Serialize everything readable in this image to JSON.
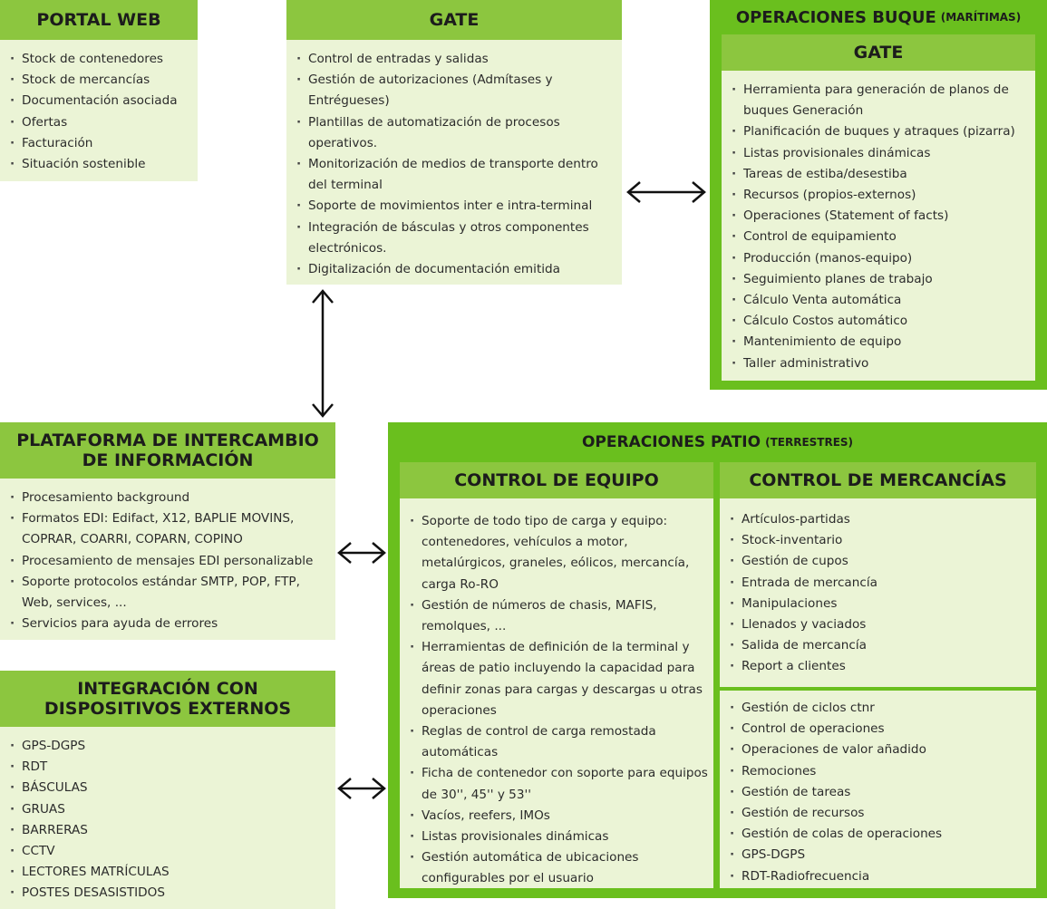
{
  "portal_web": {
    "title": "PORTAL WEB",
    "items": [
      "Stock de contenedores",
      "Stock de mercancías",
      "Documentación asociada",
      "Ofertas",
      "Facturación",
      "Situación sostenible"
    ]
  },
  "gate": {
    "title": "GATE",
    "items": [
      "Control de entradas y salidas",
      "Gestión de autorizaciones (Admítases y Entrégueses)",
      "Plantillas de automatización de procesos operativos.",
      "Monitorización de medios de transporte dentro del terminal",
      "Soporte de movimientos inter e intra-terminal",
      "Integración de básculas y otros componentes electrónicos.",
      "Digitalización de documentación emitida"
    ]
  },
  "operaciones_buque": {
    "title": "OPERACIONES BUQUE",
    "subtitle": "(MARÍTIMAS)",
    "inner_title": "GATE",
    "items": [
      "Herramienta para generación de planos de buques Generación",
      "Planificación de buques y atraques (pizarra)",
      "Listas provisionales dinámicas",
      "Tareas de estiba/desestiba",
      "Recursos (propios-externos)",
      "Operaciones (Statement of facts)",
      "Control de equipamiento",
      "Producción (manos-equipo)",
      "Seguimiento planes de trabajo",
      "Cálculo Venta automática",
      "Cálculo Costos automático",
      "Mantenimiento de equipo",
      "Taller administrativo"
    ]
  },
  "plataforma": {
    "title_line1": "PLATAFORMA DE INTERCAMBIO",
    "title_line2": "DE INFORMACIÓN",
    "items": [
      "Procesamiento background",
      "Formatos EDI: Edifact, X12, BAPLIE MOVINS, COPRAR, COARRI, COPARN, COPINO",
      "Procesamiento de mensajes EDI personalizable",
      "Soporte protocolos estándar SMTP, POP, FTP, Web, services, ...",
      "Servicios para ayuda de errores"
    ]
  },
  "integracion": {
    "title_line1": "INTEGRACIÓN CON",
    "title_line2": "DISPOSITIVOS EXTERNOS",
    "items": [
      "GPS-DGPS",
      "RDT",
      "BÁSCULAS",
      "GRUAS",
      "BARRERAS",
      "CCTV",
      "LECTORES MATRÍCULAS",
      "POSTES DESASISTIDOS"
    ]
  },
  "operaciones_patio": {
    "title": "OPERACIONES PATIO",
    "subtitle": "(TERRESTRES)",
    "control_equipo": {
      "title": "CONTROL DE EQUIPO",
      "items": [
        "Soporte de todo tipo de carga y equipo: contenedores, vehículos a motor, metalúrgicos, graneles, eólicos, mercancía, carga Ro-RO",
        "Gestión de números de chasis, MAFIS, remolques, ...",
        "Herramientas de definición de la terminal y áreas de patio incluyendo la capacidad para definir zonas para cargas y descargas u otras operaciones",
        "Reglas de control de carga remostada automáticas",
        "Ficha de contenedor con soporte para equipos de 30'', 45'' y 53''",
        "Vacíos, reefers, IMOs",
        "Listas provisionales dinámicas",
        "Gestión automática de ubicaciones configurables por el usuario"
      ]
    },
    "control_mercancias": {
      "title": "CONTROL DE MERCANCÍAS",
      "items_top": [
        "Artículos-partidas",
        "Stock-inventario",
        "Gestión de cupos",
        "Entrada de mercancía",
        "Manipulaciones",
        "Llenados y vaciados",
        "Salida de mercancía",
        "Report a clientes"
      ],
      "items_bottom": [
        "Gestión de ciclos ctnr",
        "Control de operaciones",
        "Operaciones de valor añadido",
        "Remociones",
        "Gestión de tareas",
        "Gestión de recursos",
        "Gestión de colas de operaciones",
        "GPS-DGPS",
        "RDT-Radiofrecuencia"
      ]
    }
  },
  "colors": {
    "header_green": "#8cc63f",
    "frame_green": "#6abf1e",
    "panel_bg": "#ebf4d6"
  }
}
